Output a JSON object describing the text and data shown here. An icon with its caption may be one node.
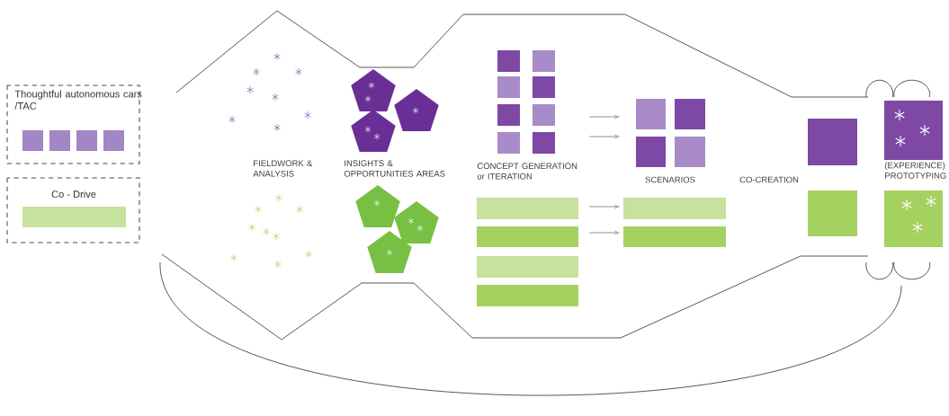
{
  "diagram": {
    "nodes": [
      {
        "text": [],
        "shape": "box"
      },
      {
        "text": [],
        "shape": "box"
      },
      {
        "text": [],
        "shape": "bar"
      },
      {
        "text": [],
        "shape": "bar"
      },
      {
        "text": [],
        "shape": "bar"
      },
      {
        "text": [],
        "shape": "bar"
      },
      {
        "text": [],
        "shape": "bar"
      },
      {
        "text": [],
        "shape": "bar"
      }
    ],
    "edges": [
      {
        "from": 0,
        "to": 1,
        "arrow": "to"
      },
      {
        "from": 0,
        "to": 1,
        "arrow": "to"
      },
      {
        "from": 2,
        "to": 6,
        "arrow": "to"
      },
      {
        "from": 3,
        "to": 7,
        "arrow": "to"
      }
    ],
    "labels": [
      "FIELDWORK & ANALYSIS",
      "INSIGHTS & OPPORTUNITIES AREAS",
      "CONCEPT GENERATION or ITERATION",
      "SCENARIOS",
      "CO-CREATION",
      "(EXPERIENCE) PROTOTYPING"
    ],
    "legend": [
      {
        "text": "Thoughtful autonomous cars /TAC",
        "color": "#a386c6"
      },
      {
        "text": "Co - Drive",
        "color": "#c6e29e"
      }
    ]
  }
}
